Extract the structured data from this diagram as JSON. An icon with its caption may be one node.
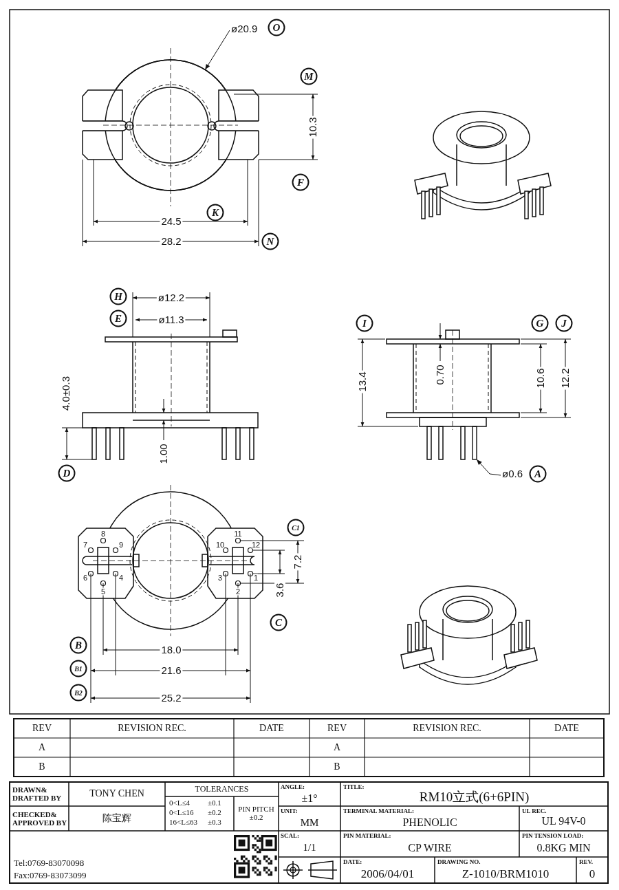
{
  "diagram": {
    "nodes": [
      {
        "text": [
          "ø20.9"
        ]
      },
      {
        "text": [
          "ø0.6"
        ]
      },
      {
        "text": [],
        "shape": "circle"
      },
      {
        "text": [],
        "shape": "bar"
      }
    ],
    "edges": [
      {
        "from": 0,
        "to": 2,
        "arrow": "to"
      },
      {
        "from": 1,
        "to": 3,
        "arrow": "to"
      }
    ],
    "labels": [
      "O",
      "M",
      "10.3",
      "F",
      "24.5",
      "K",
      "28.2",
      "N",
      "H",
      "ø12.2",
      "E",
      "ø11.3",
      "I",
      "G",
      "J",
      "4.0±0.3",
      "1.00",
      "13.4",
      "0.70",
      "10.6",
      "12.2",
      "D",
      "A",
      "8",
      "7",
      "9",
      "6",
      "4",
      "5",
      "11",
      "10",
      "12",
      "3",
      "2",
      "1",
      "C1",
      "7.2",
      "3.6",
      "C",
      "18.0",
      "B",
      "B1",
      "21.6",
      "B2",
      "25.2",
      "REV",
      "REVISION REC.",
      "DATE",
      "REV",
      "REVISION REC.",
      "DATE",
      "A",
      "A",
      "B",
      "B",
      "DRAWN& DRAFTED BY",
      "TONY CHEN",
      "TOLERANCES",
      "ANGLE:",
      "±1°",
      "TITLE:",
      "RM10立式(6+6PIN)",
      "0<L≤4",
      "±0.1",
      "0<L≤16",
      "±0.2",
      "16<L≤63",
      "±0.3",
      "PIN PITCH ±0.2",
      "CHECKED& APPROVED BY",
      "陈宝辉",
      "UNIT:",
      "MM",
      "TERMINAL MATERIAL:",
      "PHENOLIC",
      "UL REC.",
      "UL 94V-0",
      "SCAL:",
      "1/1",
      "PIN MATERIAL:",
      "CP WIRE",
      "PIN TENSION LOAD:",
      "0.8KG MIN",
      "Tel:0769-83070098",
      "Fax:0769-83073099",
      "DATE:",
      "2006/04/01",
      "DRAWING NO.",
      "Z-1010/BRM1010",
      "REV.",
      "0"
    ]
  }
}
